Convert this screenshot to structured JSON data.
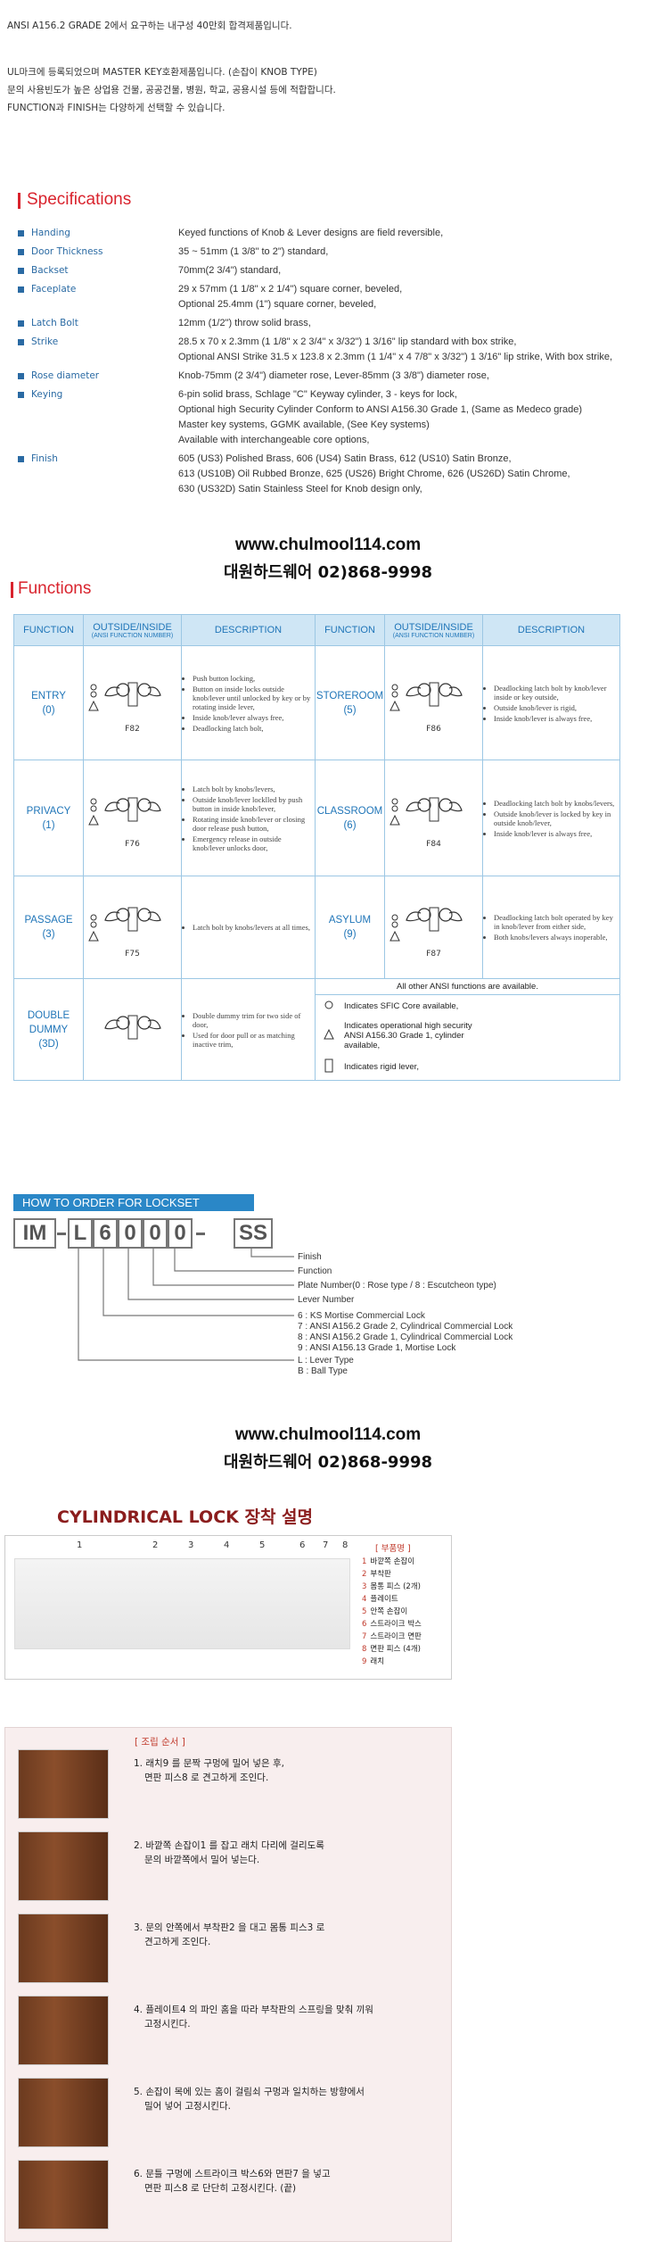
{
  "intro": [
    "ANSI A156.2 GRADE 2에서 요구하는 내구성 40만회 합격제품입니다.",
    "UL마크에 등록되었으며 MASTER KEY호환제품입니다. (손잡이 KNOB TYPE)",
    "문의 사용빈도가 높은 상업용 건물, 공공건물, 병원, 학교, 공용시설 등에 적합합니다.",
    "FUNCTION과 FINISH는 다양하게 선택할 수 있습니다."
  ],
  "specs": {
    "title": "Specifications",
    "rows": [
      {
        "k": "Handing",
        "v": [
          "Keyed functions of Knob & Lever designs are field reversible,"
        ]
      },
      {
        "k": "Door Thickness",
        "v": [
          "35 ~ 51mm (1 3/8\" to 2\") standard,"
        ]
      },
      {
        "k": "Backset",
        "v": [
          "70mm(2 3/4\") standard,"
        ]
      },
      {
        "k": "Faceplate",
        "v": [
          "29 x 57mm (1 1/8\" x 2 1/4\") square corner, beveled,",
          "Optional 25.4mm (1\") square corner, beveled,"
        ]
      },
      {
        "k": "Latch Bolt",
        "v": [
          "12mm (1/2\") throw solid brass,"
        ]
      },
      {
        "k": "Strike",
        "v": [
          "28.5 x 70 x 2.3mm (1 1/8\" x 2 3/4\" x 3/32\") 1 3/16\" lip standard with box strike,",
          "Optional ANSI Strike 31.5 x 123.8 x 2.3mm (1 1/4\" x 4 7/8\" x 3/32\") 1 3/16\" lip strike, With box strike,"
        ]
      },
      {
        "k": "Rose diameter",
        "v": [
          "Knob-75mm (2 3/4\") diameter rose, Lever-85mm (3 3/8\") diameter rose,"
        ]
      },
      {
        "k": "Keying",
        "v": [
          "6-pin solid brass, Schlage \"C\" Keyway cylinder, 3 - keys for lock,",
          "Optional high Security Cylinder Conform to ANSI A156.30 Grade 1, (Same as Medeco grade)",
          "Master key systems, GGMK available, (See Key systems)",
          "Available with interchangeable core options,"
        ]
      },
      {
        "k": "Finish",
        "v": [
          "605 (US3) Polished Brass, 606 (US4) Satin Brass, 612 (US10) Satin Bronze,",
          "613 (US10B) Oil Rubbed Bronze, 625 (US26) Bright Chrome, 626 (US26D) Satin Chrome,",
          "630 (US32D) Satin Stainless Steel for Knob design only,"
        ]
      }
    ]
  },
  "contact": {
    "url": "www.chulmool114.com",
    "phone": "대원하드웨어 02)868-9998"
  },
  "functions": {
    "title": "Functions",
    "headers": {
      "function": "FUNCTION",
      "oi": "OUTSIDE/INSIDE",
      "oi_sub": "(ANSI FUNCTION NUMBER)",
      "desc": "DESCRIPTION"
    },
    "rows": [
      {
        "left": {
          "name": "ENTRY",
          "code": "(0)",
          "fig": "F82",
          "desc": [
            "Push button locking,",
            "Button on inside locks outside knob/lever until unlocked by key or by rotating inside lever,",
            "Inside knob/lever always free,",
            "Deadlocking latch bolt,"
          ]
        },
        "right": {
          "name": "STOREROOM",
          "code": "(5)",
          "fig": "F86",
          "desc": [
            "Deadlocking latch bolt by knob/lever inside or key outside,",
            "Outside knob/lever is rigid,",
            "Inside knob/lever is always free,"
          ]
        }
      },
      {
        "left": {
          "name": "PRIVACY",
          "code": "(1)",
          "fig": "F76",
          "desc": [
            "Latch bolt by knobs/levers,",
            "Outside knob/lever locklled by push button in inside knob/lever,",
            "Rotating inside knob/lever or closing door release push button,",
            "Emergency release in outside knob/lever unlocks door,"
          ]
        },
        "right": {
          "name": "CLASSROOM",
          "code": "(6)",
          "fig": "F84",
          "desc": [
            "Deadlocking latch bolt by knobs/levers,",
            "Outside knob/lever is locked by key in outside knob/lever,",
            "Inside knob/lever is always free,"
          ]
        }
      },
      {
        "left": {
          "name": "PASSAGE",
          "code": "(3)",
          "fig": "F75",
          "desc": [
            "Latch bolt by knobs/levers at all times,"
          ]
        },
        "right": {
          "name": "ASYLUM",
          "code": "(9)",
          "fig": "F87",
          "desc": [
            "Deadlocking latch bolt operated by key in knob/lever from either side,",
            "Both knobs/levers always inoperable,"
          ]
        }
      }
    ],
    "last": {
      "name": "DOUBLE",
      "name2": "DUMMY",
      "code": "(3D)",
      "desc": [
        "Double dummy trim for two side of door,",
        "Used for door pull or as matching inactive trim,"
      ],
      "note_all": "All other ANSI functions are available.",
      "legend": [
        "Indicates SFIC Core available,",
        "Indicates operational high security ANSI A156.30 Grade 1, cylinder available,",
        "Indicates rigid lever,"
      ]
    }
  },
  "order": {
    "title": "HOW TO ORDER FOR LOCKSET",
    "code": [
      "IM",
      "L",
      "6",
      "0",
      "0",
      "0",
      "SS"
    ],
    "labels": {
      "finish": "Finish",
      "function": "Function",
      "plate": "Plate Number(0 : Rose type / 8 : Escutcheon type)",
      "lever": "Lever Number",
      "grade6": "6 : KS Mortise Commercial Lock",
      "grade7": "7 : ANSI A156.2 Grade 2, Cylindrical Commercial Lock",
      "grade8": "8 : ANSI A156.2 Grade 1, Cylindrical Commercial Lock",
      "grade9": "9 : ANSI A156.13 Grade 1, Mortise Lock",
      "typeL": "L : Lever Type",
      "typeB": "B : Ball Type"
    }
  },
  "install": {
    "title": "CYLINDRICAL LOCK 장착 설명",
    "parts_title": "[ 부품명 ]",
    "parts": [
      "바깥쪽 손잡이",
      "부착판",
      "몸통 피스 (2개)",
      "플레이트",
      "안쪽 손잡이",
      "스트라이크 박스",
      "스트라이크 면판",
      "면판 피스 (4개)",
      "래치"
    ],
    "part_nums": [
      "1",
      "2",
      "3",
      "4",
      "5",
      "6",
      "7",
      "8",
      "9"
    ],
    "steps_title": "[ 조립 순서 ]",
    "steps": [
      [
        "1. 래치9 를 문짝 구멍에 밀어 넣은 후,",
        "면판 피스8 로 견고하게 조인다."
      ],
      [
        "2. 바깥쪽 손잡이1 를 잡고 래치 다리에 걸리도록",
        "문의 바깥쪽에서 밀어 넣는다."
      ],
      [
        "3. 문의 안쪽에서 부착판2 을 대고 몸통 피스3 로",
        "견고하게 조인다."
      ],
      [
        "4. 플레이트4 의 파인 홈을 따라 부착판의 스프링을 맞춰 끼워",
        "고정시킨다."
      ],
      [
        "5. 손잡이 목에 있는 홈이 걸림쇠 구멍과 일치하는 방향에서",
        "밀어 넣어 고정시킨다."
      ],
      [
        "6. 문틀 구멍에 스트라이크 박스6와 면판7 을 넣고",
        "면판 피스8 로 단단히 고정시킨다. (끝)"
      ]
    ]
  }
}
